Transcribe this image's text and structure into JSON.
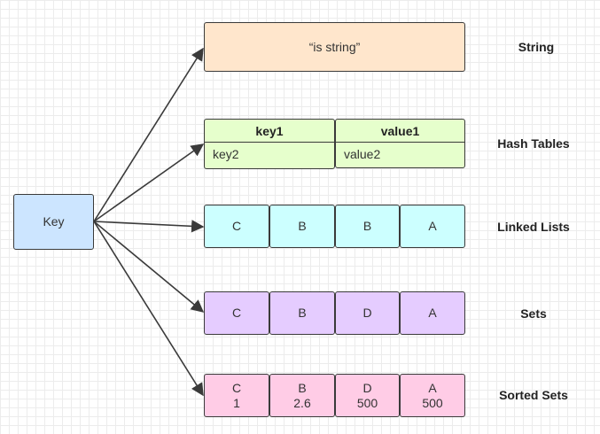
{
  "key_box": {
    "label": "Key"
  },
  "colors": {
    "key": "#cce5ff",
    "string": "#ffe6cc",
    "hash": "#e6ffcc",
    "list": "#ccffff",
    "set": "#e5ccff",
    "zset": "#ffcce6",
    "stroke": "#3a3a3a"
  },
  "types": [
    {
      "name": "String",
      "value": "“is string”"
    },
    {
      "name": "Hash Tables",
      "fields": [
        {
          "header": "key1",
          "value": "key2"
        },
        {
          "header": "value1",
          "value": "value2"
        }
      ]
    },
    {
      "name": "Linked Lists",
      "items": [
        "C",
        "B",
        "B",
        "A"
      ]
    },
    {
      "name": "Sets",
      "items": [
        "C",
        "B",
        "D",
        "A"
      ]
    },
    {
      "name": "Sorted Sets",
      "items": [
        {
          "member": "C",
          "score": "1"
        },
        {
          "member": "B",
          "score": "2.6"
        },
        {
          "member": "D",
          "score": "500"
        },
        {
          "member": "A",
          "score": "500"
        }
      ]
    }
  ]
}
